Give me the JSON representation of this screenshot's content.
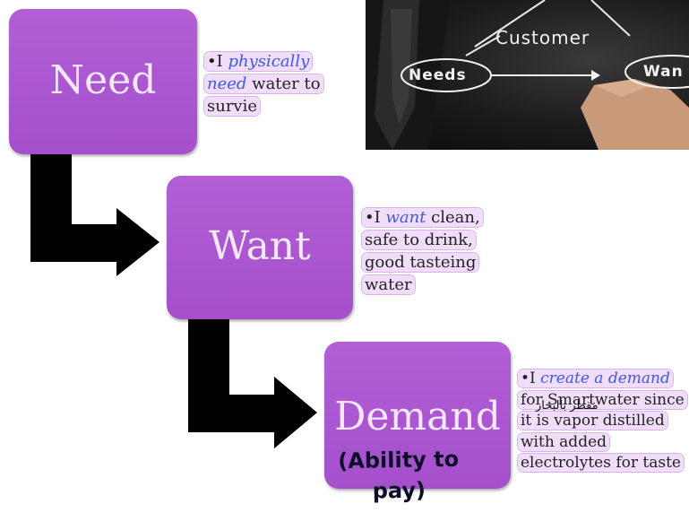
{
  "diagram": {
    "steps": [
      {
        "label": "Need"
      },
      {
        "label": "Want"
      },
      {
        "label": "Demand"
      }
    ],
    "notes": {
      "need": {
        "bullet": "•I",
        "emph": "physically need",
        "rest": "water to survie"
      },
      "want": {
        "bullet": "•I",
        "emph": "want",
        "rest": "clean, safe to drink, good tasteing water"
      },
      "demand": {
        "bullet": "•I",
        "emph": "create a demand",
        "rest": "for Smartwater since it is vapor distilled with added electrolytes for taste"
      }
    },
    "handwritten": {
      "demand_note": "(Ability to pay)",
      "arabic_note": "مقطر بالبخار"
    }
  },
  "photo": {
    "words": {
      "customer": "Customer",
      "needs": "Needs",
      "wants": "Wan"
    }
  },
  "colors": {
    "box_fill": "#a855d1",
    "box_text": "#f4e6fb",
    "emphasis": "#3e58e8",
    "highlight": "#f1ddf9",
    "arrow": "#000000"
  }
}
